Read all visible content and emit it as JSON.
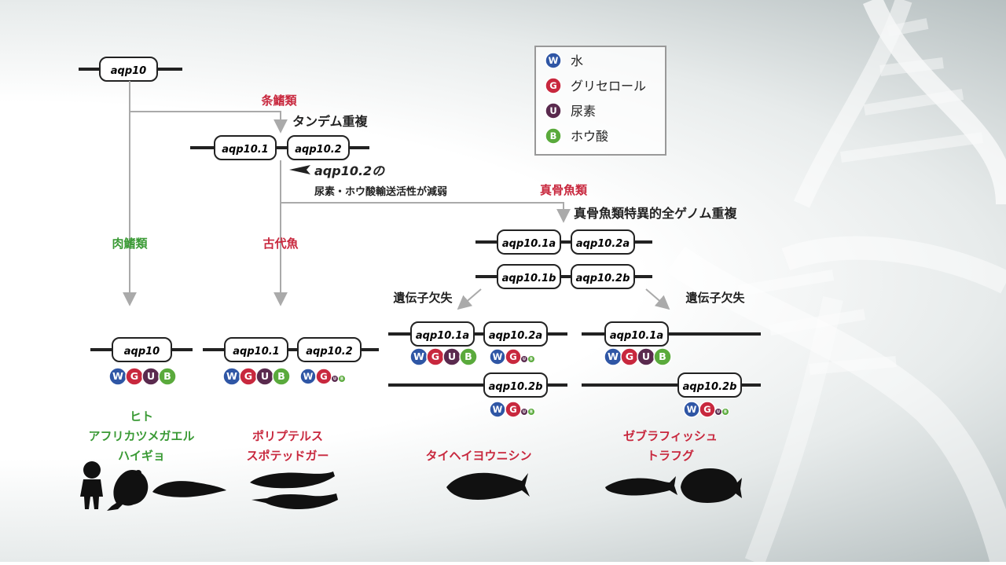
{
  "gene_labels": {
    "ancestral": "aqp10",
    "g101": "aqp10.1",
    "g102": "aqp10.2",
    "g101a": "aqp10.1a",
    "g101b": "aqp10.1b",
    "g102a": "aqp10.2a",
    "g102b": "aqp10.2b"
  },
  "events": {
    "actinopterygii": "条鰭類",
    "tandem_dup": "タンデム重複",
    "aqp102_weak_line1": "aqp10.2の",
    "aqp102_weak_line2": "尿素・ホウ酸輸送活性が減弱",
    "teleost": "真骨魚類",
    "teleost_wgd": "真骨魚類特異的全ゲノム重複",
    "sarcopterygii": "肉鰭類",
    "ancient_fish": "古代魚",
    "gene_loss_left": "遺伝子欠失",
    "gene_loss_right": "遺伝子欠失"
  },
  "legend": [
    {
      "letter": "W",
      "label": "水",
      "color": "#2f56a5"
    },
    {
      "letter": "G",
      "label": "グリセロール",
      "color": "#c8283e"
    },
    {
      "letter": "U",
      "label": "尿素",
      "color": "#5a2a4e"
    },
    {
      "letter": "B",
      "label": "ホウ酸",
      "color": "#5aaa3c"
    }
  ],
  "species": {
    "sarco_line1": "ヒト",
    "sarco_line2": "アフリカツメガエル",
    "sarco_line3": "ハイギョ",
    "ancient_line1": "ポリプテルス",
    "ancient_line2": "スポテッドガー",
    "herring": "タイヘイヨウニシン",
    "zebra_line1": "ゼブラフィッシュ",
    "zebra_line2": "トラフグ"
  },
  "colors": {
    "red_label": "#c8283e",
    "green_label": "#3a9a35",
    "arrow": "#aaaaaa",
    "chromosome": "#222222"
  }
}
